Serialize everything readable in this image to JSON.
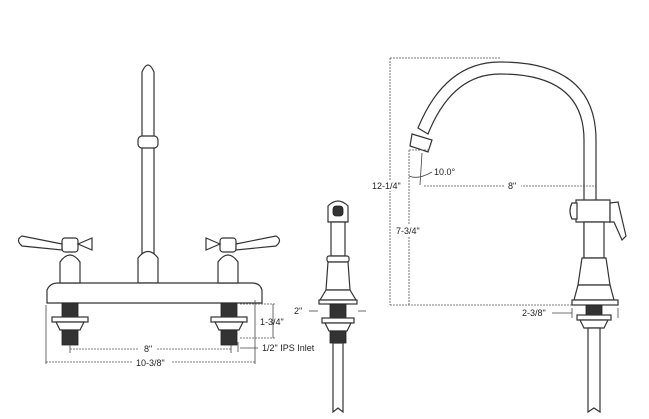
{
  "front_view": {
    "dim_center": "8\"",
    "dim_overall": "10-3/8\"",
    "dim_shank": "1-3/4\"",
    "dim_inlet": "1/2\" IPS Inlet"
  },
  "sprayer_view": {
    "dim_base": "2\""
  },
  "side_view": {
    "dim_height": "12-1/4\"",
    "dim_spout_height": "7-3/4\"",
    "dim_angle": "10.0°",
    "dim_reach": "8\"",
    "dim_base": "2-3/8\""
  }
}
